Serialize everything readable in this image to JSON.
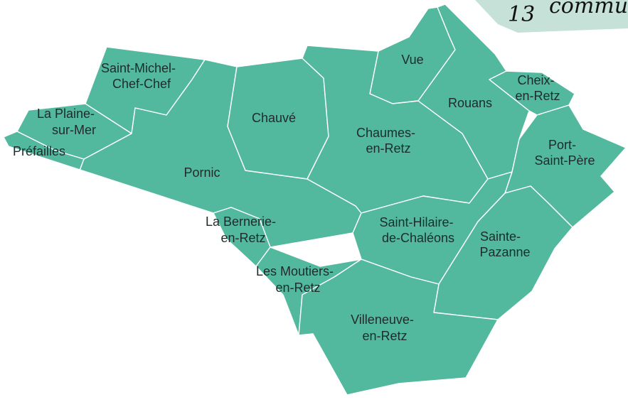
{
  "colors": {
    "commune_fill": "#52b99e",
    "border": "#ffffff",
    "badge_fill": "#c5e1d8",
    "label_text": "#1f2b2a"
  },
  "badge": {
    "number": "13",
    "text": "commu"
  },
  "communes": [
    {
      "id": "saint-michel-chef-chef",
      "label_lines": [
        "Saint-Michel-",
        "Chef-Chef"
      ]
    },
    {
      "id": "la-plaine-sur-mer",
      "label_lines": [
        "La Plaine-",
        "sur-Mer"
      ]
    },
    {
      "id": "prefailles",
      "label_lines": [
        "Préfailles"
      ]
    },
    {
      "id": "pornic",
      "label_lines": [
        "Pornic"
      ]
    },
    {
      "id": "chauve",
      "label_lines": [
        "Chauvé"
      ]
    },
    {
      "id": "vue",
      "label_lines": [
        "Vue"
      ]
    },
    {
      "id": "chaumes-en-retz",
      "label_lines": [
        "Chaumes-",
        "en-Retz"
      ]
    },
    {
      "id": "rouans",
      "label_lines": [
        "Rouans"
      ]
    },
    {
      "id": "cheix-en-retz",
      "label_lines": [
        "Cheix-",
        "en-Retz"
      ]
    },
    {
      "id": "port-saint-pere",
      "label_lines": [
        "Port-",
        "Saint-Père"
      ]
    },
    {
      "id": "la-bernerie-en-retz",
      "label_lines": [
        "La Bernerie-",
        "en-Retz"
      ]
    },
    {
      "id": "les-moutiers-en-retz",
      "label_lines": [
        "Les Moutiers-",
        "en-Retz"
      ]
    },
    {
      "id": "saint-hilaire-de-chaleons",
      "label_lines": [
        "Saint-Hilaire-",
        "de-Chaléons"
      ]
    },
    {
      "id": "sainte-pazanne",
      "label_lines": [
        "Sainte-",
        "Pazanne"
      ]
    },
    {
      "id": "villeneuve-en-retz",
      "label_lines": [
        "Villeneuve-",
        "en-Retz"
      ]
    }
  ]
}
